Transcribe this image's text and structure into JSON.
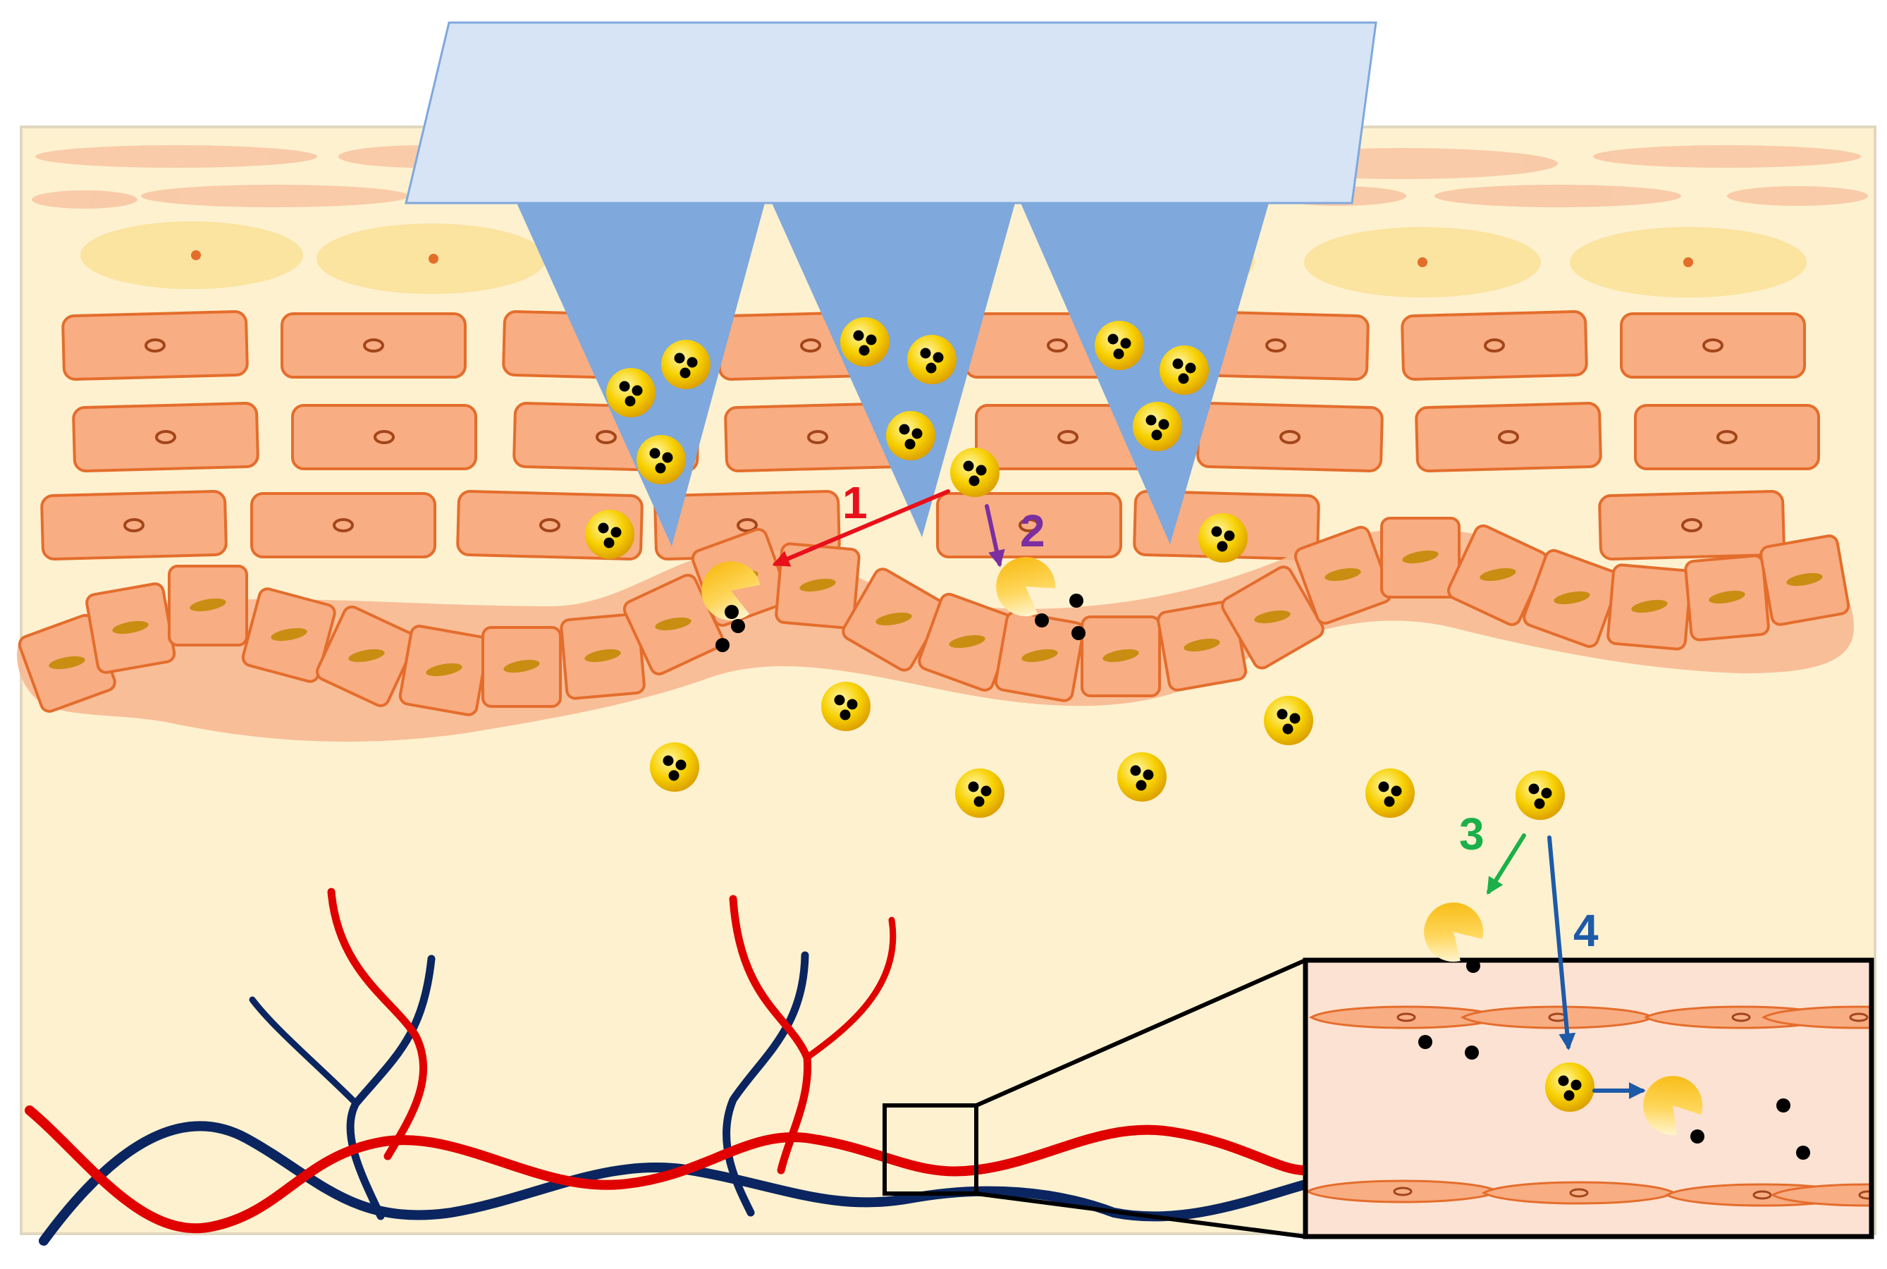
{
  "diagram": {
    "steps": [
      {
        "label": "1",
        "color": "#e8101a"
      },
      {
        "label": "2",
        "color": "#7b2fa0"
      },
      {
        "label": "3",
        "color": "#1bb04a"
      },
      {
        "label": "4",
        "color": "#1d5aa8"
      }
    ],
    "colors": {
      "skin_background": "#fdf1cf",
      "needle_base": "#d6e4f6",
      "needle": "#7fa8dc",
      "cell_fill": "#f8ad83",
      "cell_stroke": "#e46d2c",
      "basal_band": "#f7b891",
      "granular_cell": "#fbe3a0",
      "particle": "#f3c400",
      "artery": "#e00000",
      "vein": "#0a2560",
      "vessel_wall_interior": "#fce2d2"
    },
    "icons": [
      "microneedle-icon",
      "nanoparticle-icon",
      "cell-icon",
      "blood-vessel-icon",
      "zoom-inset-icon"
    ]
  }
}
